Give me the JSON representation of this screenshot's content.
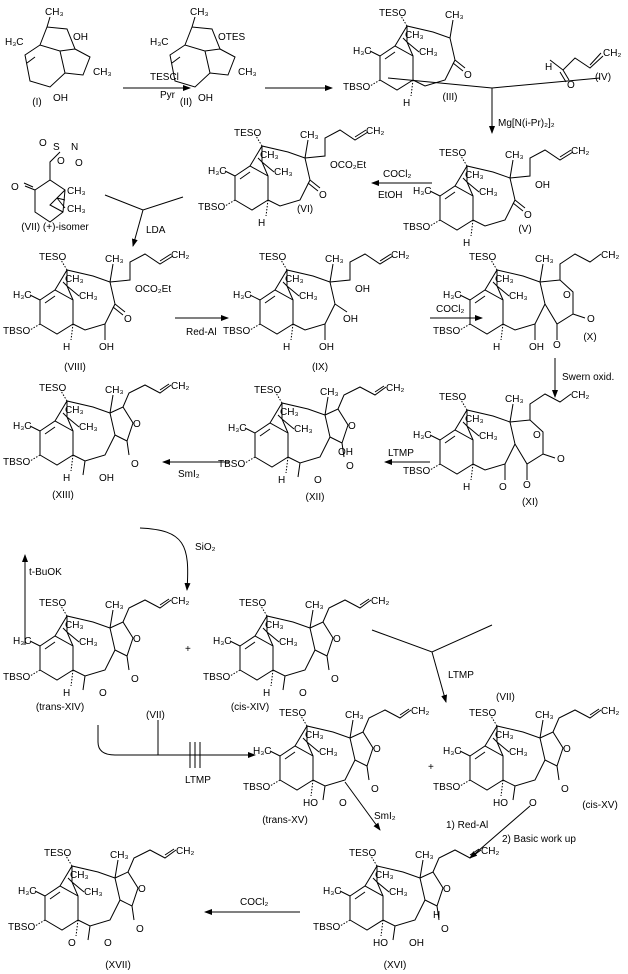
{
  "title": "Synthesis scheme of taxane intermediates (I)–(XVII)",
  "colors": {
    "ink": "#000000",
    "background": "#ffffff"
  },
  "compounds": [
    {
      "id": "I",
      "label": "(I)",
      "core": "tricycle",
      "subs": {
        "me_top": "CH₃",
        "h3c": "H₃C",
        "oh1": "OH",
        "oh2": "OH",
        "me_r": "CH₃"
      }
    },
    {
      "id": "II",
      "label": "(II)",
      "core": "tricycle",
      "subs": {
        "me_top": "CH₃",
        "h3c": "H₃C",
        "oh1": "OTES",
        "oh2": "OH",
        "me_r": "CH₃"
      }
    },
    {
      "id": "III",
      "label": "(III)",
      "core": "ketone",
      "subs": {
        "teso": "TESO",
        "tbso": "TBSO",
        "h3c": "H₃C",
        "me_a": "CH₃",
        "me_b": "CH₃",
        "h": "H",
        "ketone": "O",
        "me_c": "CH₃"
      }
    },
    {
      "id": "IV",
      "label": "(IV)",
      "core": "aldehyde",
      "subs": {
        "ch2": "CH₂",
        "h": "H",
        "o": "O"
      }
    },
    {
      "id": "V",
      "label": "(V)",
      "core": "chain",
      "subs": {
        "teso": "TESO",
        "tbso": "TBSO",
        "h3c": "H₃C",
        "me_a": "CH₃",
        "me_b": "CH₃",
        "h": "H",
        "ketone": "O",
        "me_c": "CH₃",
        "ch2": "CH₂",
        "side": "OH"
      }
    },
    {
      "id": "VI",
      "label": "(VI)",
      "core": "chain",
      "subs": {
        "teso": "TESO",
        "tbso": "TBSO",
        "h3c": "H₃C",
        "me_a": "CH₃",
        "me_b": "CH₃",
        "h": "H",
        "ketone": "O",
        "me_c": "CH₃",
        "ch2": "CH₂",
        "side": "OCO₂Et"
      }
    },
    {
      "id": "VII",
      "label": "(VII) (+)-isomer",
      "core": "camphor",
      "subs": {
        "so2": "S",
        "o1": "O",
        "o2": "O",
        "n": "N",
        "o3": "O",
        "ko": "O",
        "me1": "CH₃",
        "me2": "CH₃"
      }
    },
    {
      "id": "VIII",
      "label": "(VIII)",
      "core": "chain-oh",
      "subs": {
        "teso": "TESO",
        "tbso": "TBSO",
        "h3c": "H₃C",
        "me_a": "CH₃",
        "me_b": "CH₃",
        "h": "H",
        "ketone": "O",
        "me_c": "CH₃",
        "ch2": "CH₂",
        "side": "OCO₂Et",
        "oh_low": "OH"
      }
    },
    {
      "id": "IX",
      "label": "(IX)",
      "core": "diol",
      "subs": {
        "teso": "TESO",
        "tbso": "TBSO",
        "h3c": "H₃C",
        "me_a": "CH₃",
        "me_b": "CH₃",
        "h": "H",
        "me_c": "CH₃",
        "ch2": "CH₂",
        "side": "OH",
        "oh_low": "OH",
        "oh_mid": "OH"
      }
    },
    {
      "id": "X",
      "label": "(X)",
      "core": "carbonate",
      "subs": {
        "teso": "TESO",
        "tbso": "TBSO",
        "h3c": "H₃C",
        "me_a": "CH₃",
        "me_b": "CH₃",
        "h": "H",
        "me_c": "CH₃",
        "ch2": "CH₂",
        "oh_low": "OH",
        "co1": "O",
        "co2": "O",
        "co3": "O"
      }
    },
    {
      "id": "XI",
      "label": "(XI)",
      "core": "carbonate",
      "subs": {
        "teso": "TESO",
        "tbso": "TBSO",
        "h3c": "H₃C",
        "me_a": "CH₃",
        "me_b": "CH₃",
        "h": "H",
        "me_c": "CH₃",
        "ch2": "CH₂",
        "oh_low": "O",
        "co1": "O",
        "co2": "O",
        "co3": "O"
      }
    },
    {
      "id": "XII",
      "label": "(XII)",
      "core": "lactone",
      "subs": {
        "teso": "TESO",
        "tbso": "TBSO",
        "h3c": "H₃C",
        "me_a": "CH₃",
        "me_b": "CH₃",
        "h": "H",
        "me_c": "CH₃",
        "ch2": "CH₂",
        "oh_low": "O",
        "oh_mid": "OH",
        "lo1": "O",
        "lo2": "O"
      }
    },
    {
      "id": "XIII",
      "label": "(XIII)",
      "core": "lactone",
      "subs": {
        "teso": "TESO",
        "tbso": "TBSO",
        "h3c": "H₃C",
        "me_a": "CH₃",
        "me_b": "CH₃",
        "h": "H",
        "me_c": "CH₃",
        "ch2": "CH₂",
        "oh_low": "OH",
        "lo1": "O",
        "lo2": "O"
      }
    },
    {
      "id": "trans-XIV",
      "label": "(trans-XIV)",
      "core": "lactone",
      "subs": {
        "teso": "TESO",
        "tbso": "TBSO",
        "h3c": "H₃C",
        "me_a": "CH₃",
        "me_b": "CH₃",
        "h": "H",
        "me_c": "CH₃",
        "ch2": "CH₂",
        "oh_low": "O",
        "lo1": "O",
        "lo2": "O"
      }
    },
    {
      "id": "cis-XIV",
      "label": "(cis-XIV)",
      "core": "lactone",
      "subs": {
        "teso": "TESO",
        "tbso": "TBSO",
        "h3c": "H₃C",
        "me_a": "CH₃",
        "me_b": "CH₃",
        "h": "H",
        "me_c": "CH₃",
        "ch2": "CH₂",
        "oh_low": "O",
        "lo1": "O",
        "lo2": "O"
      }
    },
    {
      "id": "trans-XV",
      "label": "(trans-XV)",
      "core": "lactone",
      "subs": {
        "teso": "TESO",
        "tbso": "TBSO",
        "h3c": "H₃C",
        "me_a": "CH₃",
        "me_b": "CH₃",
        "h": "HO",
        "me_c": "CH₃",
        "ch2": "CH₂",
        "oh_low": "O",
        "lo1": "O",
        "lo2": "O"
      }
    },
    {
      "id": "cis-XV",
      "label": "(cis-XV)",
      "core": "lactone",
      "subs": {
        "teso": "TESO",
        "tbso": "TBSO",
        "h3c": "H₃C",
        "me_a": "CH₃",
        "me_b": "CH₃",
        "h": "HO",
        "me_c": "CH₃",
        "ch2": "CH₂",
        "oh_low": "O",
        "lo1": "O",
        "lo2": "O"
      }
    },
    {
      "id": "XVI",
      "label": "(XVI)",
      "core": "lactone",
      "subs": {
        "teso": "TESO",
        "tbso": "TBSO",
        "h3c": "H₃C",
        "me_a": "CH₃",
        "me_b": "CH₃",
        "h": "HO",
        "me_c": "CH₃",
        "ch2": "CH₂",
        "oh_low": "OH",
        "oh_mid": "H",
        "lo1": "O",
        "lo2": "O"
      }
    },
    {
      "id": "XVII",
      "label": "(XVII)",
      "core": "lactone",
      "subs": {
        "teso": "TESO",
        "tbso": "TBSO",
        "h3c": "H₃C",
        "me_a": "CH₃",
        "me_b": "CH₃",
        "h": "O",
        "me_c": "CH₃",
        "ch2": "CH₂",
        "oh_low": "O",
        "lo1": "O",
        "lo2": "O"
      }
    }
  ],
  "extra_labels": {
    "vii_repeat_right": "(VII)",
    "vii_repeat_left": "(VII)"
  },
  "reagents": {
    "tescl": "TESCl",
    "pyr": "Pyr",
    "mg": "Mg[N(i-Pr)₂]₂",
    "cocl2_a": "COCl₂",
    "etoh": "EtOH",
    "lda": "LDA",
    "redal_a": "Red-Al",
    "cocl2_b": "COCl₂",
    "swern": "Swern oxid.",
    "ltmp_a": "LTMP",
    "smi2_a": "SmI₂",
    "sio2": "SiO₂",
    "tbuok": "t-BuOK",
    "ltmp_b": "LTMP",
    "ltmp_c": "LTMP",
    "smi2_b": "SmI₂",
    "redal_b": "1) Red-Al",
    "workup": "2) Basic work up",
    "cocl2_c": "COCl₂",
    "plus_a": "+",
    "plus_b": "+"
  }
}
